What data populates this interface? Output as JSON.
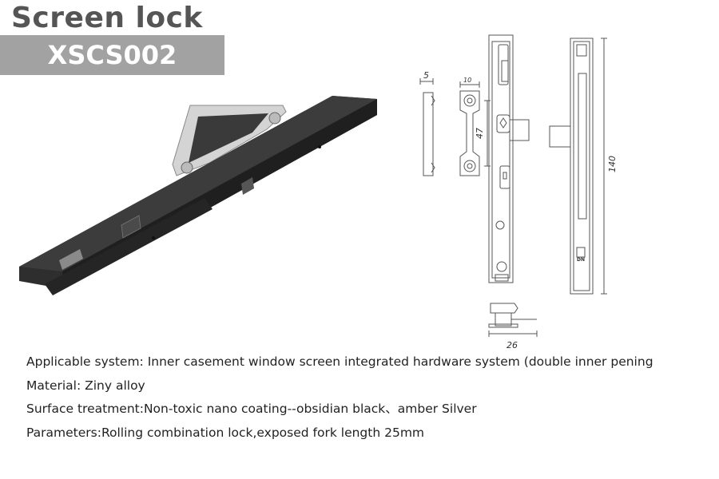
{
  "header": {
    "title": "Screen lock",
    "model": "XSCS002"
  },
  "drawing": {
    "dims": {
      "d5": "5",
      "d10": "10",
      "d47": "47",
      "d140": "140",
      "d26": "26"
    },
    "front_mark": "DN"
  },
  "specs": [
    "Applicable system: Inner casement window screen integrated hardware system (double inner pening",
    "Material: Ziny alloy",
    "Surface treatment:Non-toxic nano coating--obsidian black、amber Silver",
    "Parameters:Rolling combination lock,exposed fork length 25mm"
  ],
  "colors": {
    "model_bar": "#a2a2a2",
    "title": "#555555",
    "product_body": "#2b2b2b",
    "keeper": "#c8c8c8"
  }
}
